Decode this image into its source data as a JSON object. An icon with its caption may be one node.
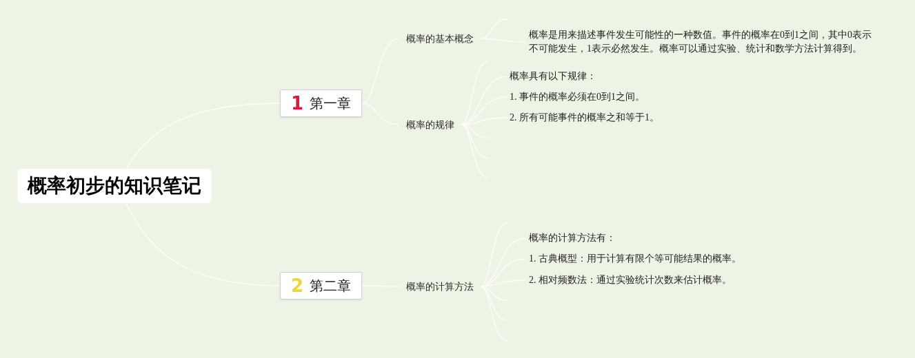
{
  "diagram": {
    "nodes": [
      {
        "text": [
          "概率初步的知识笔记"
        ]
      },
      {
        "text": [
          "1",
          "第一章"
        ]
      },
      {
        "text": [
          "概率的基本概念"
        ]
      },
      {
        "text": [
          "概率是用来描述事件发生可能性的一种数值。事件的概率在0到1之间，其中0表示不可能发生，1表示必然发生。概率可以通过实验、统计和数学方法计算得到。"
        ]
      },
      {
        "text": [
          "概率的规律"
        ]
      },
      {
        "text": [
          "概率具有以下规律："
        ]
      },
      {
        "text": [
          "1. 事件的概率必须在0到1之间。"
        ]
      },
      {
        "text": [
          "2. 所有可能事件的概率之和等于1。"
        ]
      },
      {
        "text": [
          "2",
          "第二章"
        ]
      },
      {
        "text": [
          "概率的计算方法"
        ]
      },
      {
        "text": [
          "概率的计算方法有："
        ]
      },
      {
        "text": [
          "1. 古典概型：用于计算有限个等可能结果的概率。"
        ]
      },
      {
        "text": [
          "2. 相对频数法：通过实验统计次数来估计概率。"
        ]
      }
    ],
    "edges": [
      {
        "from": 0,
        "to": 1,
        "arrow": "none"
      },
      {
        "from": 0,
        "to": 8,
        "arrow": "none"
      },
      {
        "from": 1,
        "to": 2,
        "arrow": "none"
      },
      {
        "from": 1,
        "to": 4,
        "arrow": "none"
      },
      {
        "from": 2,
        "to": null,
        "arrow": "none"
      },
      {
        "from": 2,
        "to": 3,
        "arrow": "none"
      },
      {
        "from": 4,
        "to": null,
        "arrow": "none"
      },
      {
        "from": 4,
        "to": 5,
        "arrow": "none"
      },
      {
        "from": 4,
        "to": 6,
        "arrow": "none"
      },
      {
        "from": 4,
        "to": 7,
        "arrow": "none"
      },
      {
        "from": 4,
        "to": null,
        "arrow": "none"
      },
      {
        "from": 4,
        "to": null,
        "arrow": "none"
      },
      {
        "from": 4,
        "to": null,
        "arrow": "none"
      },
      {
        "from": 8,
        "to": 9,
        "arrow": "none"
      },
      {
        "from": 9,
        "to": null,
        "arrow": "none"
      },
      {
        "from": 9,
        "to": 10,
        "arrow": "none"
      },
      {
        "from": 9,
        "to": 11,
        "arrow": "none"
      },
      {
        "from": 9,
        "to": 12,
        "arrow": "none"
      },
      {
        "from": 9,
        "to": null,
        "arrow": "none"
      },
      {
        "from": 9,
        "to": null,
        "arrow": "none"
      },
      {
        "from": 9,
        "to": null,
        "arrow": "none"
      }
    ]
  }
}
